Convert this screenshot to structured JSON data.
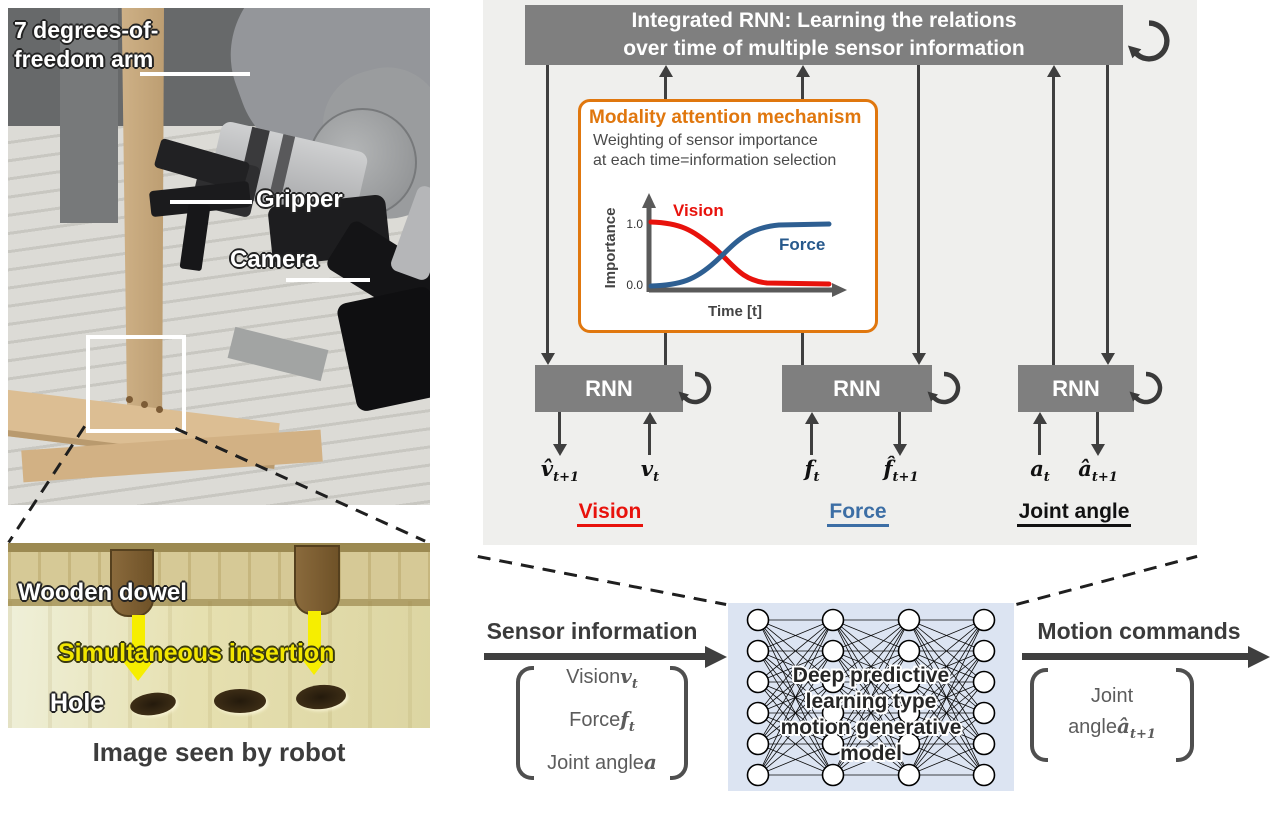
{
  "photos": {
    "robot": {
      "arm_label_line1": "7 degrees-of-",
      "arm_label_line2": "freedom arm",
      "gripper_label": "Gripper",
      "camera_label": "Camera"
    },
    "closeup": {
      "dowel_label": "Wooden dowel",
      "insertion_label": "Simultaneous insertion",
      "hole_label": "Hole"
    },
    "caption": "Image seen by robot"
  },
  "diagram": {
    "header_line1": "Integrated RNN: Learning the relations",
    "header_line2": "over time of multiple sensor information",
    "attention": {
      "title": "Modality attention mechanism",
      "body_line1": "Weighting of sensor importance",
      "body_line2": "at each time=information selection"
    },
    "inset_chart": {
      "ylabel": "Importance",
      "xlabel": "Time [t]",
      "tick_top": "1.0",
      "tick_bottom": "0.0",
      "vision_label": "Vision",
      "force_label": "Force"
    },
    "rnn_box_label": "RNN",
    "signals": {
      "v_pred": {
        "base": "v̂",
        "sub": "t+1"
      },
      "v_in": {
        "base": "v",
        "sub": "t"
      },
      "f_in": {
        "base": "f",
        "sub": "t"
      },
      "f_pred": {
        "base": "f̂",
        "sub": "t+1"
      },
      "a_in": {
        "base": "a",
        "sub": "t"
      },
      "a_pred": {
        "base": "â",
        "sub": "t+1"
      }
    },
    "modalities": {
      "vision": "Vision",
      "force": "Force",
      "joint": "Joint angle"
    }
  },
  "flow": {
    "sensor_title": "Sensor information",
    "motion_title": "Motion commands",
    "inputs": [
      {
        "label": "Vision",
        "base": "v",
        "sub": "t"
      },
      {
        "label": "Force",
        "base": "f",
        "sub": "t"
      },
      {
        "label": "Joint angle",
        "base": "a",
        "sub": ""
      }
    ],
    "model_line1": "Deep predictive",
    "model_line2": "learning type",
    "model_line3": "motion generative",
    "model_line4": "model",
    "output_line1": "Joint",
    "output_label": "angle",
    "output_base": "â",
    "output_sub": "t+1"
  },
  "colors": {
    "panel_bg": "#efefed",
    "box_gray": "#7f7f7f",
    "accent_orange": "#e0770e",
    "vision_red": "#e8120c",
    "force_blue": "#2e5f92",
    "model_bg": "#dce4f2",
    "arrow": "#3f3f3f"
  },
  "chart_data": {
    "type": "line",
    "xlabel": "Time [t]",
    "ylabel": "Importance",
    "yticks": [
      0.0,
      1.0
    ],
    "ylim": [
      0,
      1.15
    ],
    "x_normalized": [
      0,
      0.1,
      0.2,
      0.3,
      0.4,
      0.5,
      0.6,
      0.7,
      0.8,
      0.9,
      1.0
    ],
    "series": [
      {
        "name": "Vision",
        "color": "#e8120c",
        "values": [
          1.0,
          0.99,
          0.95,
          0.85,
          0.65,
          0.4,
          0.2,
          0.08,
          0.03,
          0.01,
          0.0
        ]
      },
      {
        "name": "Force",
        "color": "#2e5f92",
        "values": [
          0.0,
          0.01,
          0.04,
          0.12,
          0.3,
          0.55,
          0.75,
          0.85,
          0.89,
          0.9,
          0.9
        ]
      }
    ],
    "legend_position": "inline",
    "grid": false
  }
}
